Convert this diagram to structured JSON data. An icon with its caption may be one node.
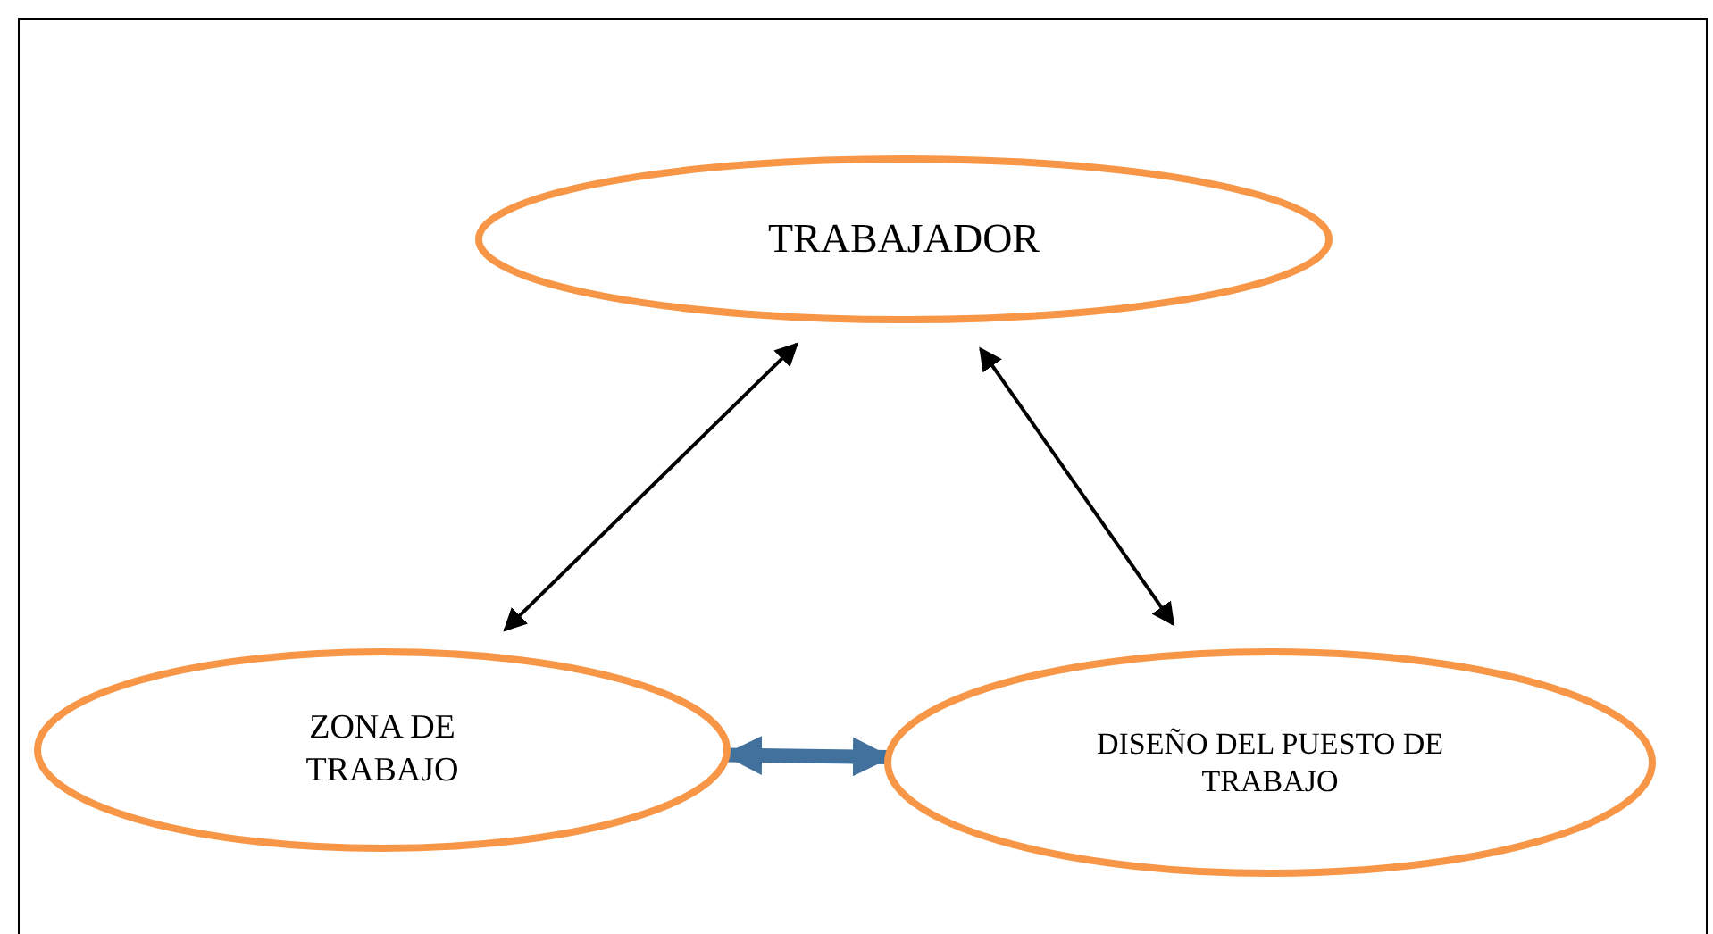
{
  "diagram": {
    "nodes": [
      {
        "text": [
          "TRABAJADOR"
        ]
      },
      {
        "text": [
          "ZONA DE TRABAJO"
        ]
      },
      {
        "text": [
          "DISEÑO DEL PUESTO DE TRABAJO"
        ]
      }
    ],
    "edges": [
      {
        "from": 0,
        "to": 1,
        "arrow": "both"
      },
      {
        "from": 0,
        "to": 2,
        "arrow": "both"
      },
      {
        "from": 1,
        "to": 2,
        "arrow": "both",
        "style": "thick",
        "color": "#41719c"
      }
    ]
  }
}
